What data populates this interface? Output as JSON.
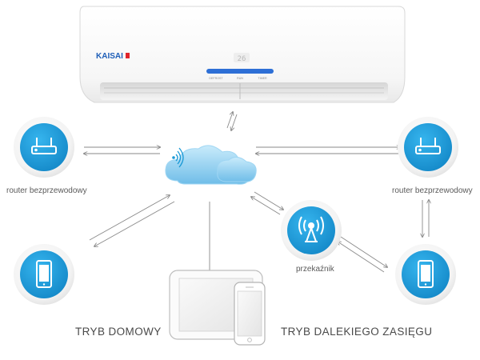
{
  "ac_unit": {
    "brand": "KAISAI",
    "display_buttons": [
      "DEFROST",
      "RUN",
      "TIMER"
    ],
    "colors": {
      "brand": "#1f5fb8",
      "accent_red": "#e0252b",
      "panel": "#ffffff"
    }
  },
  "nodes": {
    "router_left": {
      "label": "router bezprzewodowy",
      "icon": "router-icon"
    },
    "router_right": {
      "label": "router bezprzewodowy",
      "icon": "router-icon"
    },
    "phone_left": {
      "icon": "smartphone-icon"
    },
    "phone_right": {
      "icon": "smartphone-icon"
    },
    "relay": {
      "label": "przekaźnik",
      "icon": "antenna-icon"
    },
    "cloud": {
      "icon": "cloud-wifi-icon"
    }
  },
  "modes": {
    "home": "TRYB DOMOWY",
    "remote": "TRYB DALEKIEGO ZASIĘGU"
  },
  "colors": {
    "node_blue": "#1b9ad6",
    "node_ring": "#e6e6e6",
    "cloud": "#8fcdf0",
    "arrow": "#8a8a8a"
  }
}
